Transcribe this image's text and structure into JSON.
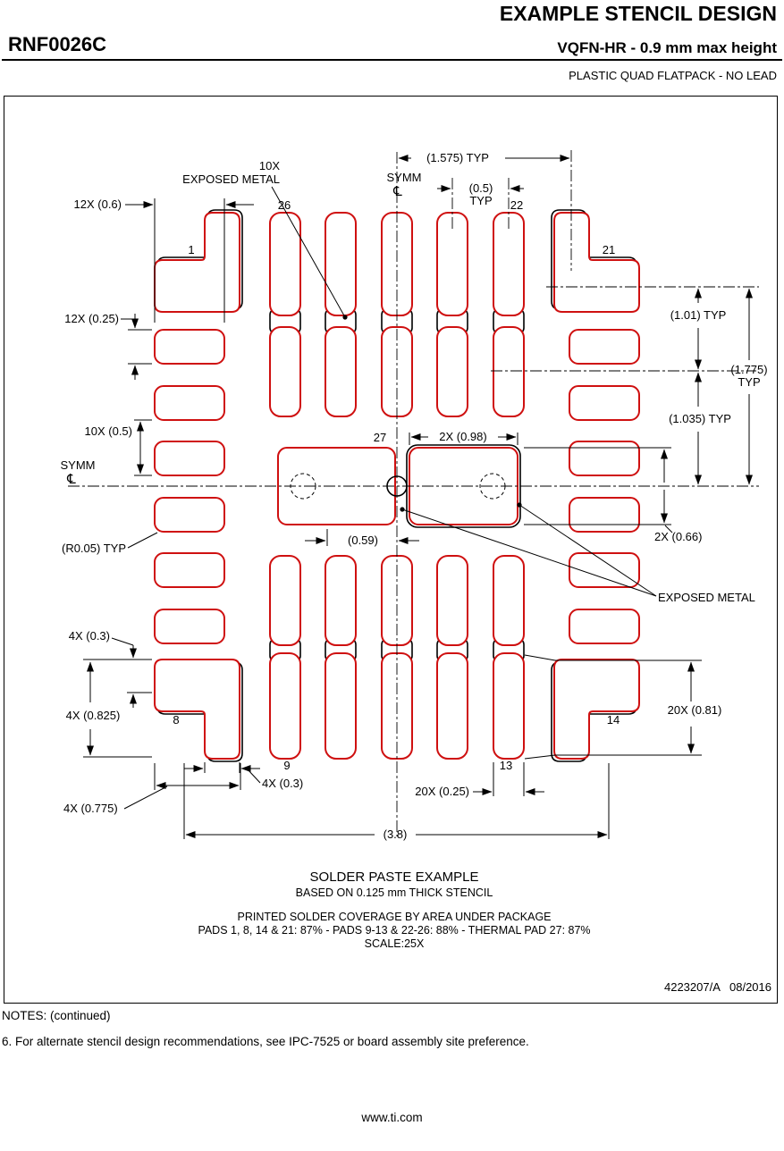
{
  "header": {
    "title": "EXAMPLE STENCIL DESIGN",
    "part_number": "RNF0026C",
    "subtitle": "VQFN-HR - 0.9 mm max height",
    "package_type": "PLASTIC QUAD FLATPACK - NO LEAD"
  },
  "drawing": {
    "pad_numbers": {
      "p1": "1",
      "p8": "8",
      "p9": "9",
      "p13": "13",
      "p14": "14",
      "p21": "21",
      "p22": "22",
      "p26": "26",
      "p27": "27"
    },
    "labels": {
      "dim_1575_typ": "(1.575) TYP",
      "dim_05": "(0.5)",
      "typ": "TYP",
      "symm": "SYMM",
      "centerline_symbol": "℄",
      "count_10x": "10X",
      "exposed_metal": "EXPOSED METAL",
      "dim_12x_06": "12X (0.6)",
      "dim_12x_025": "12X (0.25)",
      "dim_10x_05": "10X (0.5)",
      "dim_r005_typ": "(R0.05) TYP",
      "dim_4x_03": "4X (0.3)",
      "dim_4x_0825": "4X (0.825)",
      "dim_4x_0775": "4X (0.775)",
      "dim_20x_025": "20X (0.25)",
      "dim_20x_081": "20X (0.81)",
      "dim_38": "(3.8)",
      "dim_059": "(0.59)",
      "dim_2x_098": "2X (0.98)",
      "dim_2x_066": "2X (0.66)",
      "dim_101_typ": "(1.01) TYP",
      "dim_1035_typ": "(1.035) TYP",
      "dim_1775": "(1.775)"
    },
    "caption": {
      "title": "SOLDER PASTE EXAMPLE",
      "line1": "BASED ON 0.125 mm THICK STENCIL",
      "line2": "PRINTED SOLDER COVERAGE BY AREA UNDER PACKAGE",
      "line3": "PADS 1, 8, 14 & 21: 87% - PADS 9-13 & 22-26: 88% - THERMAL PAD 27: 87%",
      "line4": "SCALE:25X"
    },
    "doc_number": "4223207/A   08/2016"
  },
  "footer": {
    "notes_title": "NOTES: (continued)",
    "note6": "6. For alternate stencil design recommendations, see IPC-7525 or board assembly site preference.",
    "website": "www.ti.com"
  }
}
